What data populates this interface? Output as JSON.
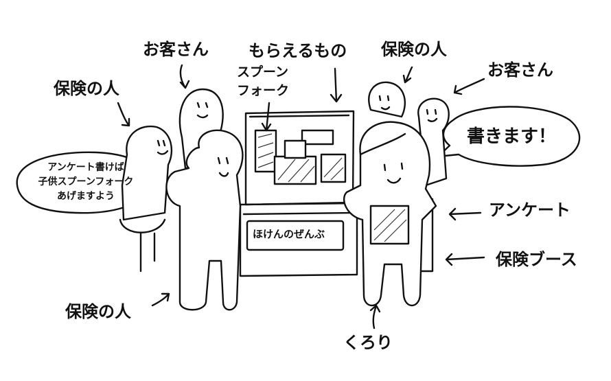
{
  "labels": {
    "customer_top_left": "お客さん",
    "goodies": "もらえるもの",
    "insurer_top": "保険の人",
    "insurer_left": "保険の人",
    "goodies_item_1": "スプーン",
    "goodies_item_2": "フォーク",
    "customer_right": "お客さん",
    "questionnaire": "アンケート",
    "booth": "保険ブース",
    "insurer_bottom": "保険の人",
    "self": "くろり",
    "booth_sign": "ほけんのぜんぶ"
  },
  "bubbles": {
    "right": "書きます！",
    "left_lines": [
      "アンケート書けば",
      "子供スプーンフォーク",
      "あげますよう"
    ]
  }
}
